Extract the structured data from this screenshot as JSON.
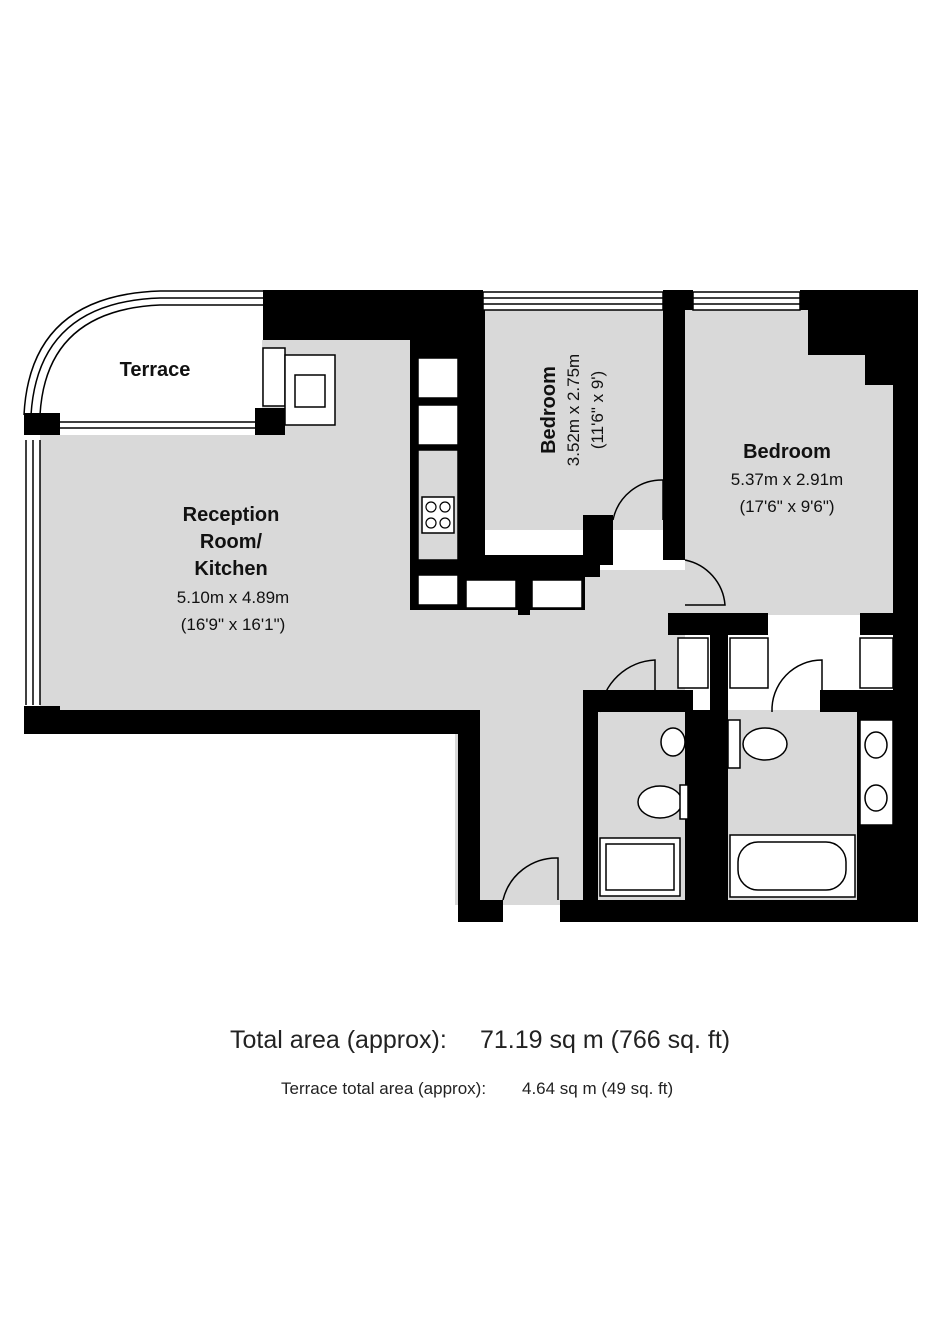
{
  "rooms": {
    "terrace": {
      "name": "Terrace"
    },
    "reception": {
      "name_lines": [
        "Reception",
        "Room/",
        "Kitchen"
      ],
      "metric": "5.10m x 4.89m",
      "imperial": "(16'9\" x 16'1\")"
    },
    "bedroom1": {
      "name": "Bedroom",
      "metric": "3.52m x 2.75m",
      "imperial": "(11'6\" x 9')"
    },
    "bedroom2": {
      "name": "Bedroom",
      "metric": "5.37m x 2.91m",
      "imperial": "(17'6\" x 9'6\")"
    }
  },
  "totals": {
    "main_label": "Total area (approx):",
    "main_value": "71.19 sq m (766 sq. ft)",
    "terrace_label": "Terrace total area (approx):",
    "terrace_value": "4.64 sq m (49 sq. ft)"
  },
  "colors": {
    "floor": "#d9d9d9",
    "wall": "#000000",
    "background": "#ffffff"
  }
}
